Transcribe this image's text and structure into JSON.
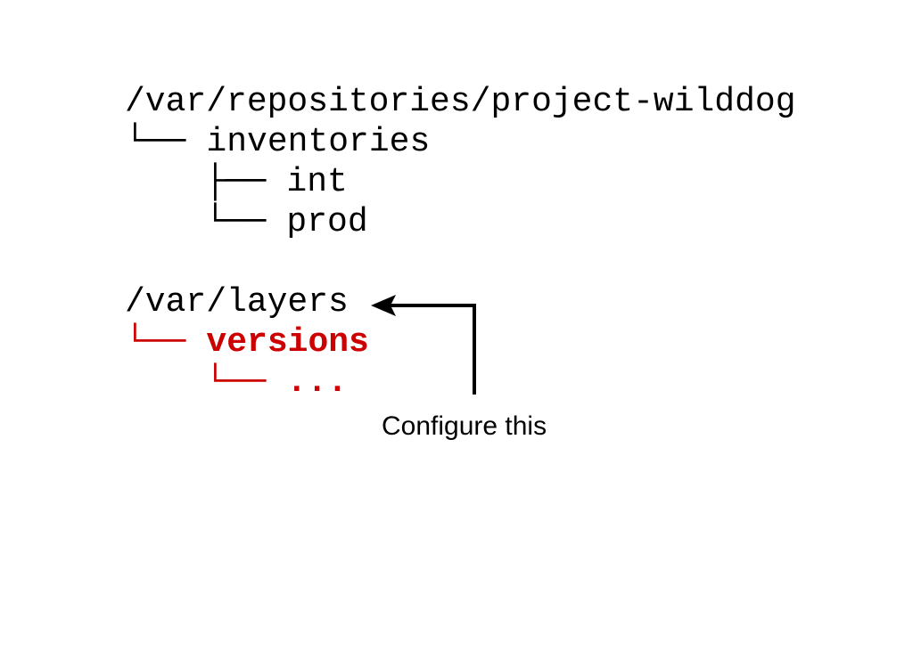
{
  "canvas": {
    "background": "#ffffff"
  },
  "colors": {
    "text": "#000000",
    "highlight_red": "#cc0000",
    "arrow": "#000000"
  },
  "repo_tree": {
    "root": "/var/repositories/project-wilddog",
    "items": [
      {
        "prefix": "└──",
        "label": "inventories",
        "depth": 1
      },
      {
        "prefix": "├──",
        "label": "int",
        "depth": 2
      },
      {
        "prefix": "└──",
        "label": "prod",
        "depth": 2
      }
    ]
  },
  "layers_tree": {
    "root": "/var/layers",
    "items": [
      {
        "prefix": "└──",
        "label": "versions",
        "depth": 1,
        "highlighted": true
      },
      {
        "prefix": "└──",
        "label": "...",
        "depth": 2,
        "highlighted": true
      }
    ]
  },
  "annotation": {
    "label": "Configure this",
    "target": "/var/layers"
  }
}
